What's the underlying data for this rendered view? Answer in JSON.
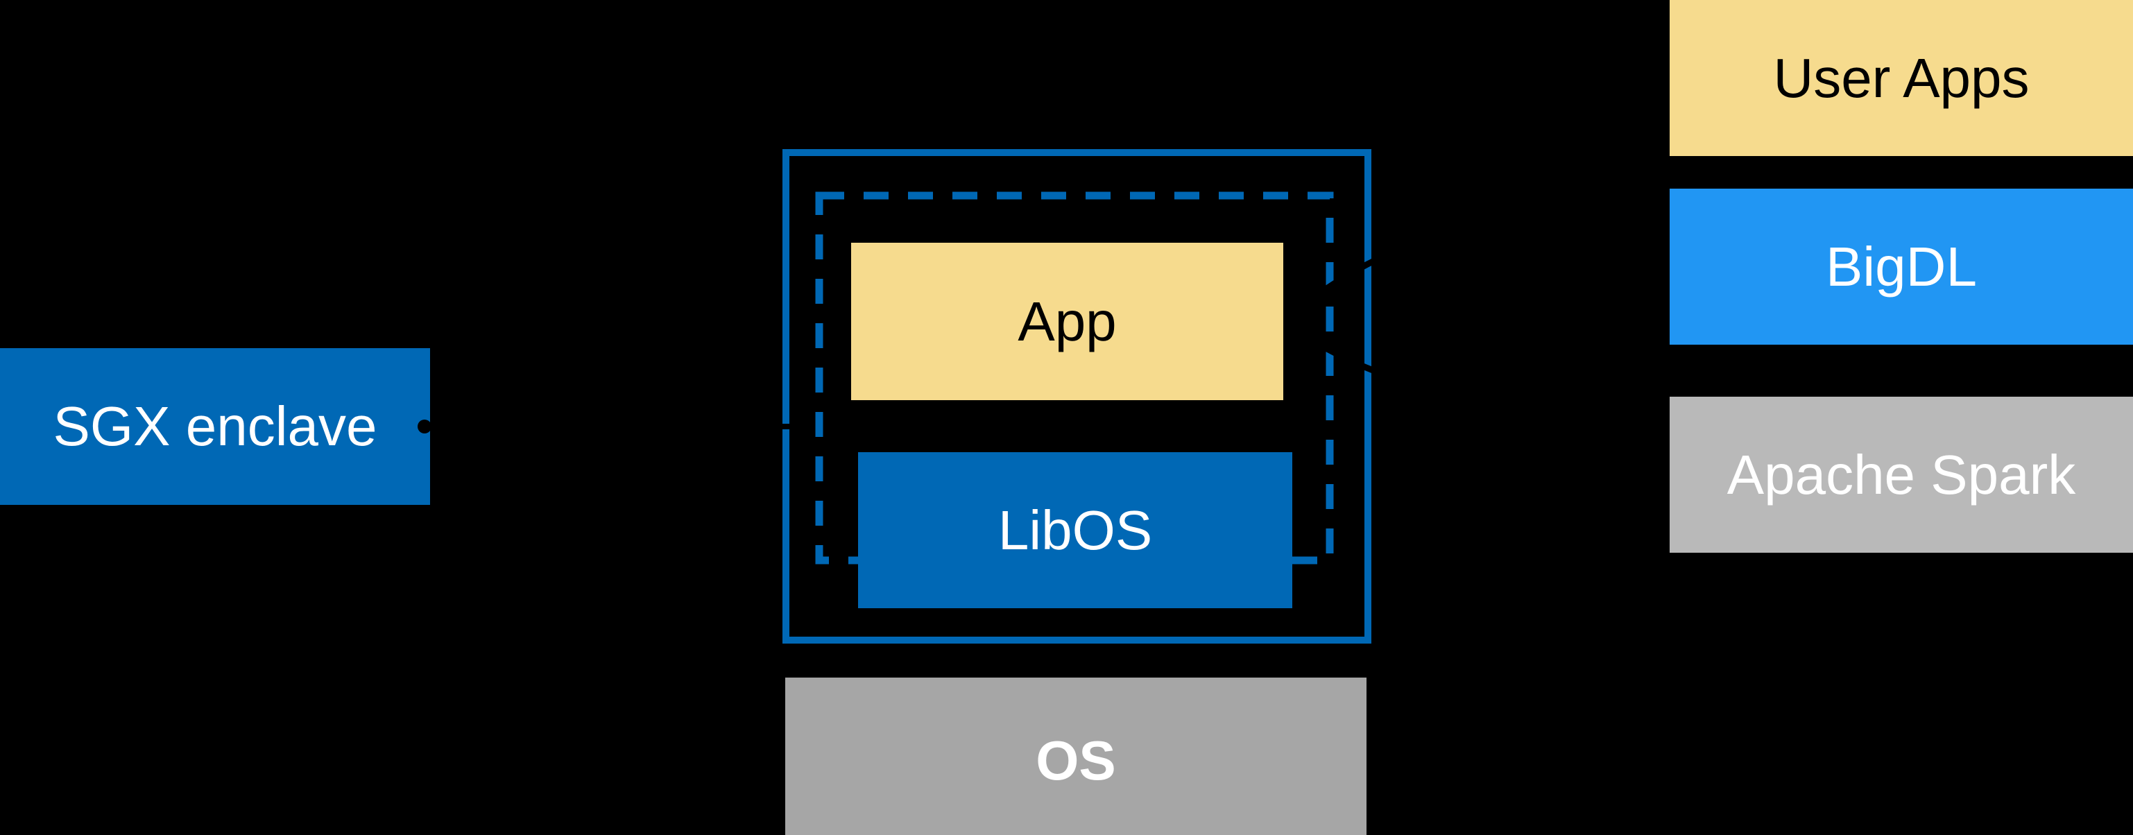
{
  "canvas": {
    "background": "#000000"
  },
  "colors": {
    "intel_blue": "#0068B5",
    "bright_blue": "#2196F3",
    "soft_yellow": "#F6DB8E",
    "light_gray": "#B9B9B9",
    "mid_gray": "#A6A6A6",
    "text_white": "#FFFFFF",
    "text_black": "#000000",
    "connector_black": "#000000"
  },
  "sgx_label_box": {
    "label": "SGX enclave"
  },
  "enclave_group": {
    "outer_border": "solid-blue-rectangle",
    "inner_border": "dashed-blue-rectangle",
    "app_box": {
      "label": "App"
    },
    "libos_box": {
      "label": "LibOS"
    }
  },
  "os_box": {
    "label": "OS"
  },
  "right_stack": {
    "user_apps": {
      "label": "User Apps"
    },
    "bigdl": {
      "label": "BigDL"
    },
    "apache_spark": {
      "label": "Apache Spark"
    }
  },
  "connectors": {
    "sgx_pointer": "sgx-label-to-dashed-enclave-boundary",
    "stack_to_app_upper": "right-stack-to-app-upper-curve",
    "stack_to_app_lower": "right-stack-to-app-lower-curve"
  }
}
